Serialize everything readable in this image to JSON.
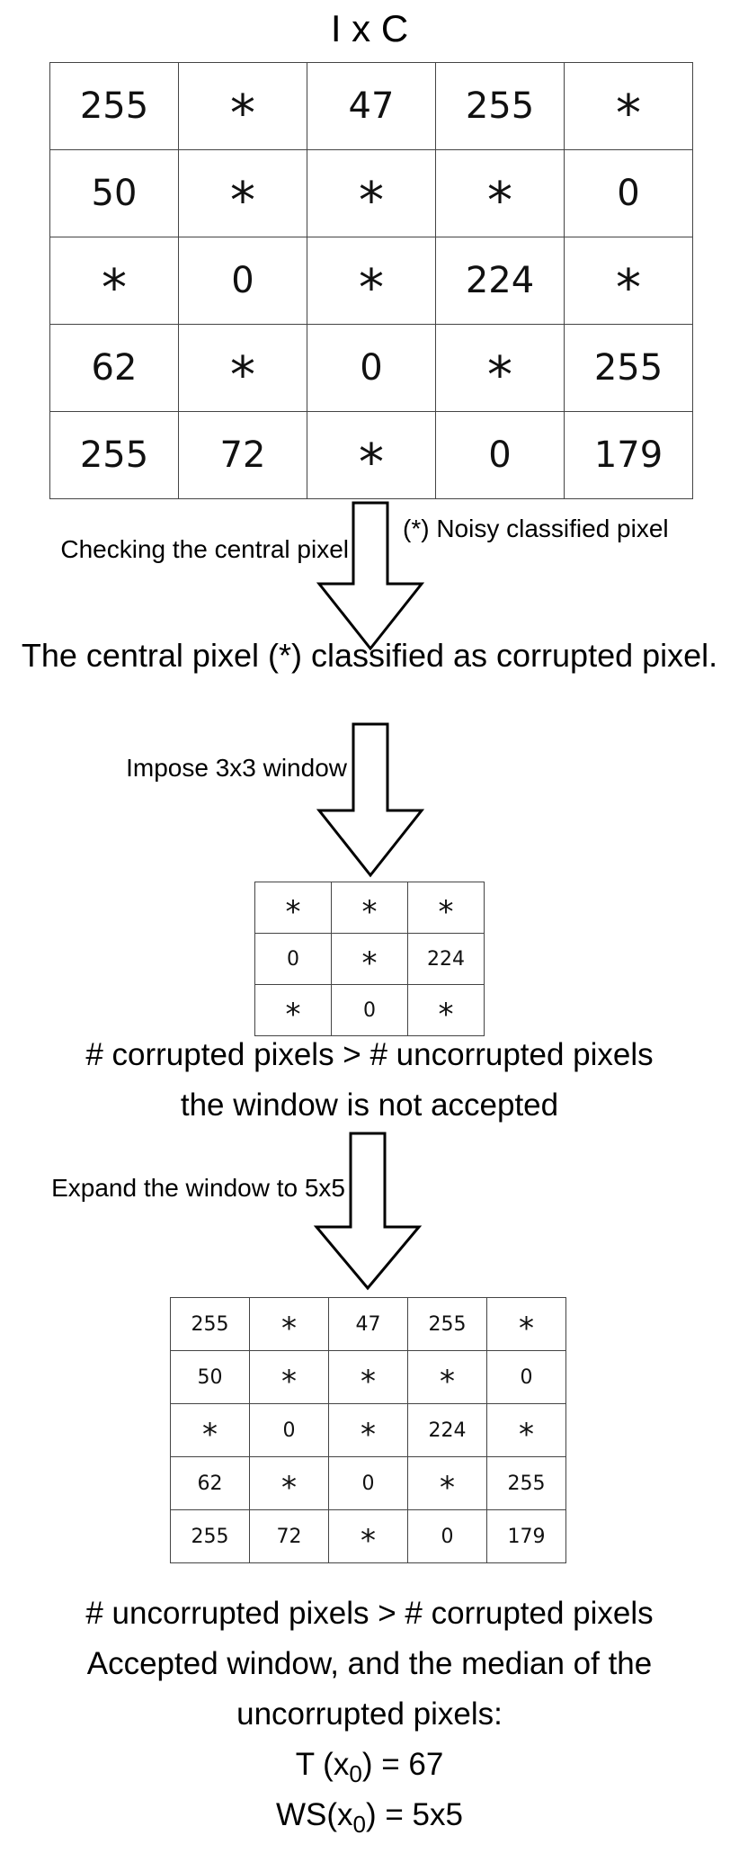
{
  "title": "I x C",
  "noisy_marker": "*",
  "grid_full": [
    [
      "255",
      "*",
      "47",
      "255",
      "*"
    ],
    [
      "50",
      "*",
      "*",
      "*",
      "0"
    ],
    [
      "*",
      "0",
      "*",
      "224",
      "*"
    ],
    [
      "62",
      "*",
      "0",
      "*",
      "255"
    ],
    [
      "255",
      "72",
      "*",
      "0",
      "179"
    ]
  ],
  "grid_3x3": [
    [
      "*",
      "*",
      "*"
    ],
    [
      "0",
      "*",
      "224"
    ],
    [
      "*",
      "0",
      "*"
    ]
  ],
  "step1": {
    "label": "Checking the central pixel",
    "legend": "(*) Noisy classified pixel"
  },
  "result1": "The central pixel (*) classified as corrupted pixel.",
  "step2": {
    "label": "Impose 3x3 window"
  },
  "condition1": {
    "line1": "# corrupted pixels  >  # uncorrupted pixels",
    "line2": "the window is not accepted"
  },
  "step3": {
    "label": "Expand the window to 5x5"
  },
  "conclusion": {
    "line1": "# uncorrupted pixels > # corrupted pixels",
    "line2": "Accepted window, and the median of the",
    "line3": "uncorrupted pixels:",
    "t_prefix": "T (x",
    "t_sub": "0",
    "t_suffix": ") = 67",
    "ws_prefix": "WS(x",
    "ws_sub": "0",
    "ws_suffix": ") = 5x5"
  }
}
